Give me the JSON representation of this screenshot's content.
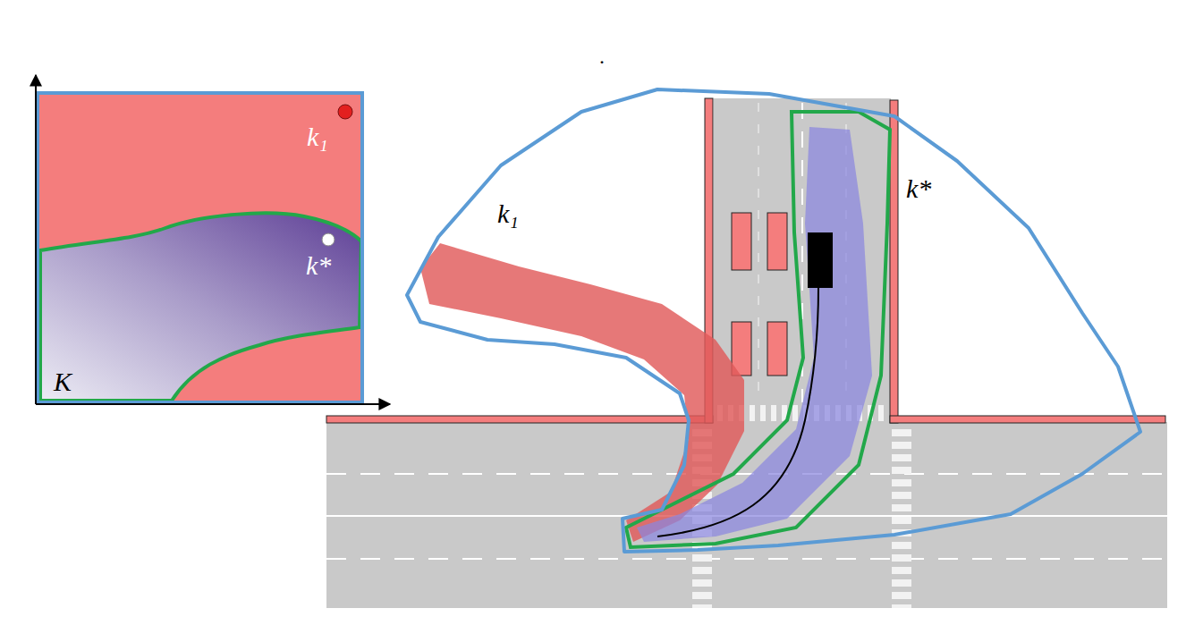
{
  "diagram": {
    "labels": [
      "k₁",
      "k*",
      "K",
      ".",
      "k₁",
      "k*"
    ]
  }
}
